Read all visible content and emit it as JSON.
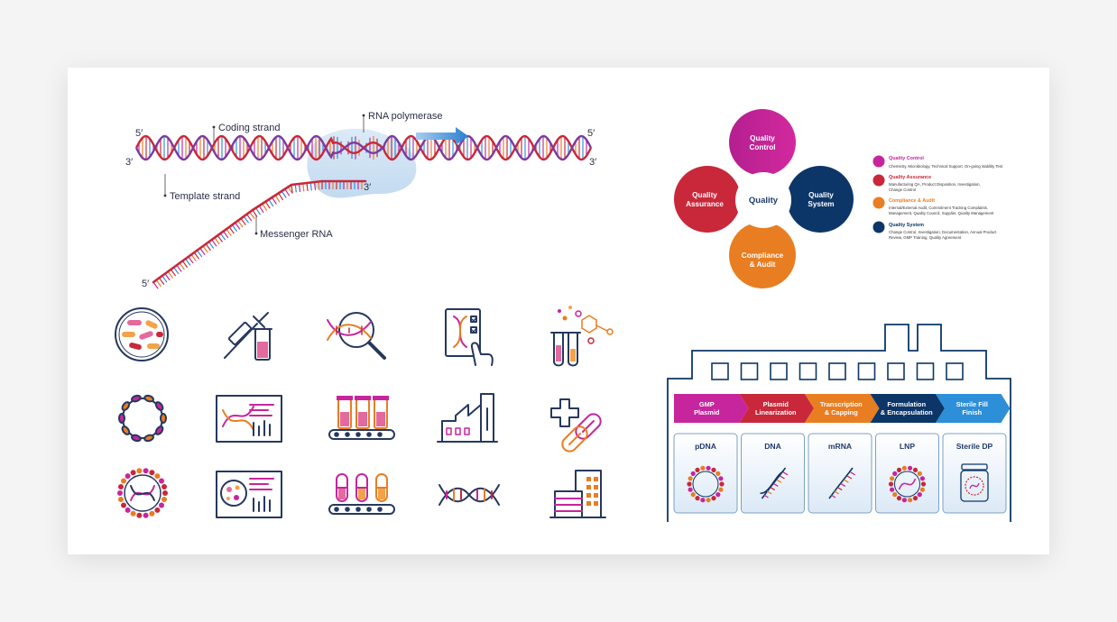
{
  "colors": {
    "magenta": "#c7259d",
    "red": "#c8283a",
    "orange": "#e97d22",
    "navy": "#0d3668",
    "blue": "#2c8fd8",
    "dark": "#26385f"
  },
  "transcription": {
    "coding_strand": "Coding strand",
    "template_strand": "Template strand",
    "rna_polymerase": "RNA polymerase",
    "messenger_rna": "Messenger RNA",
    "five_prime": "5′",
    "three_prime": "3′"
  },
  "quality": {
    "center": "Quality",
    "petals": [
      {
        "line1": "Quality",
        "line2": "Control"
      },
      {
        "line1": "Quality",
        "line2": "Assurance"
      },
      {
        "line1": "Quality",
        "line2": "System"
      },
      {
        "line1": "Compliance",
        "line2": "& Audit"
      }
    ],
    "legend": [
      {
        "title": "Quality Control",
        "desc1": "Chemistry, Microbiology, Technical Support, On-going stability Test",
        "desc2": ""
      },
      {
        "title": "Quality Assurance",
        "desc1": "Manufacturing QA, Product Disposition, Investigation,",
        "desc2": "Change Control"
      },
      {
        "title": "Compliance & Audit",
        "desc1": "Internal/External Audit, Commitment Tracking Complaints,",
        "desc2": "Management, Quality Council, Supplier, Quality Management"
      },
      {
        "title": "Quality System",
        "desc1": "Change Control, Investigation, Documentation, Annual Product",
        "desc2": "Review, GMP Training, Quality Agreement"
      }
    ]
  },
  "icons": [
    "bacteria-culture-icon",
    "syringe-vial-icon",
    "dna-magnifier-icon",
    "dna-checklist-icon",
    "chemistry-tubes-icon",
    "plasmid-ring-icon",
    "dna-monitor-chart-icon",
    "vial-conveyor-icon",
    "factory-icon",
    "medical-cross-capsules-icon",
    "lipid-nanoparticle-icon",
    "cell-monitor-chart-icon",
    "capsule-conveyor-icon",
    "dna-helix-icon",
    "buildings-icon"
  ],
  "process": {
    "steps": [
      {
        "line1": "GMP",
        "line2": "Plasmid"
      },
      {
        "line1": "Plasmid",
        "line2": "Linearization"
      },
      {
        "line1": "Transcription",
        "line2": "& Capping"
      },
      {
        "line1": "Formulation",
        "line2": "& Encapsulation"
      },
      {
        "line1": "Sterile Fill",
        "line2": "Finish"
      }
    ],
    "products": [
      "pDNA",
      "DNA",
      "mRNA",
      "LNP",
      "Sterile DP"
    ]
  }
}
